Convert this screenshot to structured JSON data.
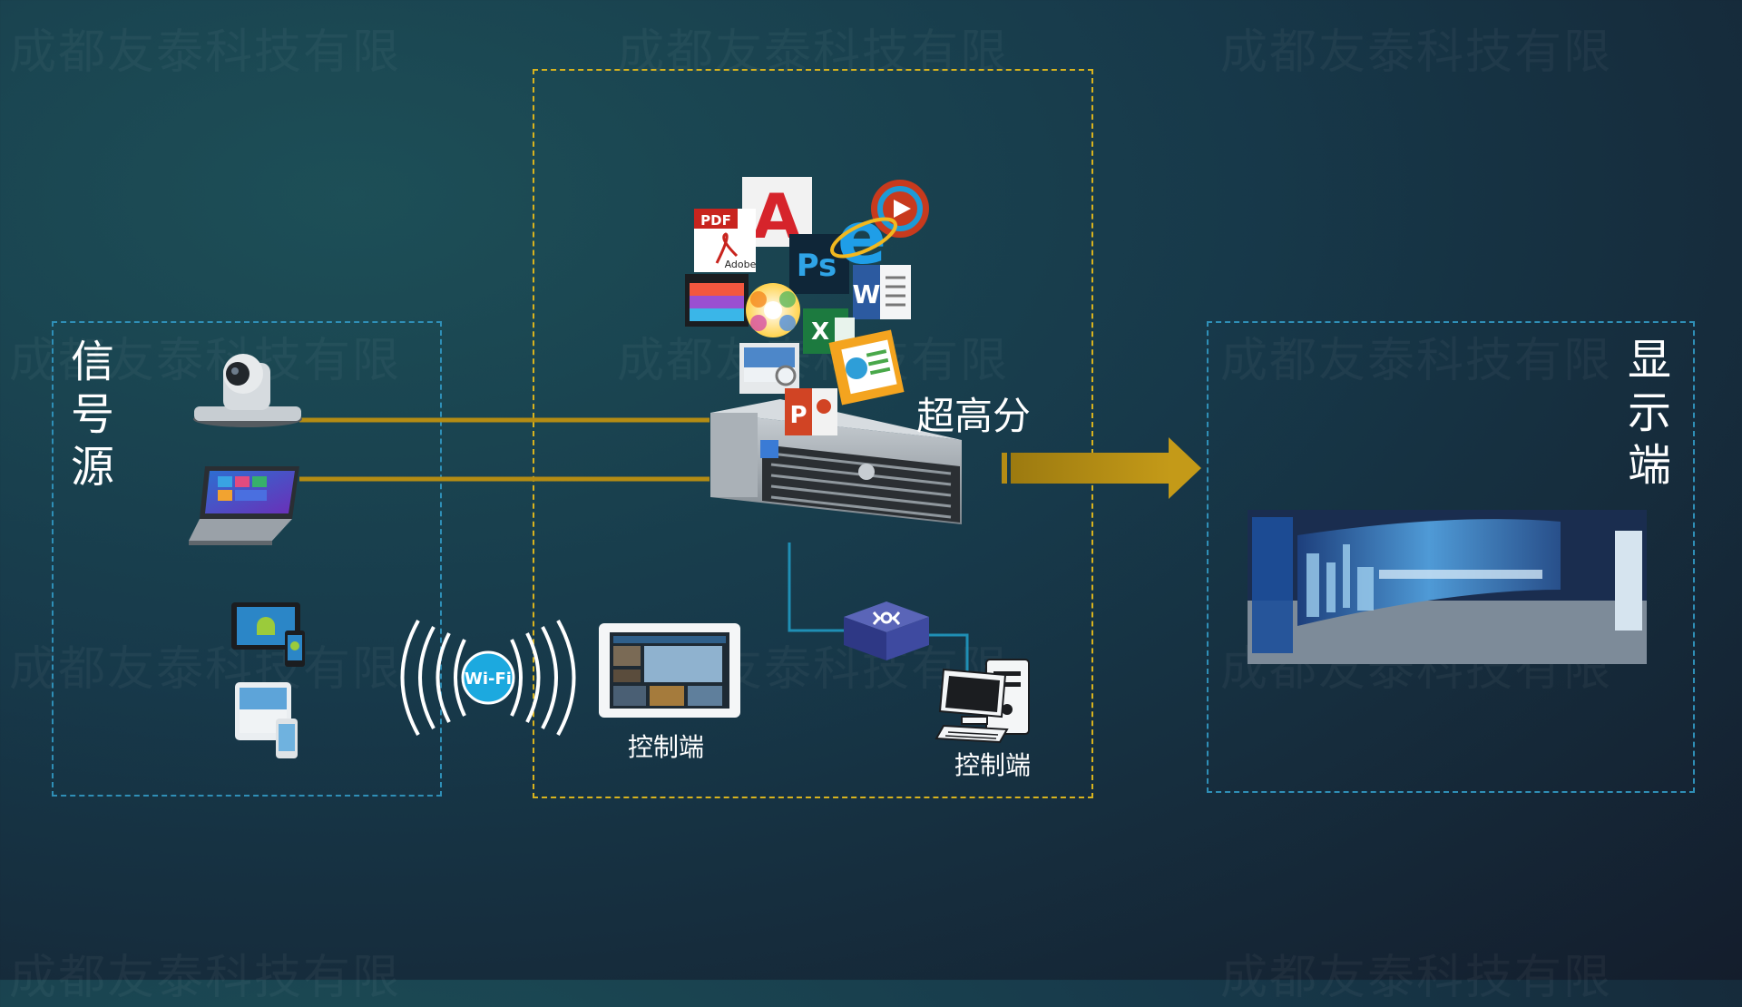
{
  "watermark_text": "成都友泰科技有限",
  "source_section": {
    "label": "信号源"
  },
  "display_section": {
    "label": "显示端"
  },
  "processor": {
    "label": "超高分"
  },
  "control": {
    "tablet_label": "控制端",
    "pc_label": "控制端"
  },
  "wifi": {
    "text": "Wi-Fi"
  },
  "app_icons": {
    "pdf": "PDF",
    "adobe": "Adobe",
    "ps": "Ps",
    "word": "W",
    "excel": "X",
    "ppt": "P",
    "acrobat": "A",
    "ie": "e"
  },
  "colors": {
    "line_gold": "#b48c14",
    "box_blue": "#2f8fb7",
    "box_yellow": "#d8b31e",
    "cable_blue": "#1f8fb5",
    "wifi_blue": "#1ca9df"
  }
}
